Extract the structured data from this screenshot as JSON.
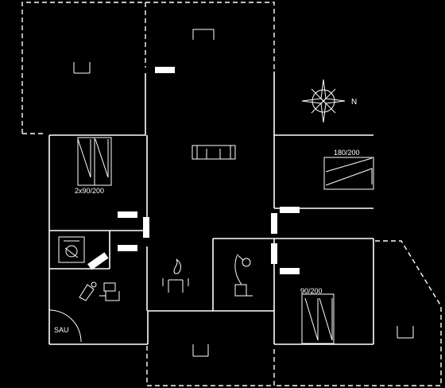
{
  "floor_plan": {
    "bed_labels": {
      "left_twin": "2x90/200",
      "right_double": "180/200",
      "bottom_bed": "90/200"
    },
    "compass": {
      "north_label": "N"
    },
    "sauna_label": "SAU",
    "icons": [
      "sofa-icon",
      "fireplace-icon",
      "shower-icon",
      "toilet-icon",
      "sink-icon",
      "washing-machine-icon",
      "compass-icon"
    ]
  }
}
